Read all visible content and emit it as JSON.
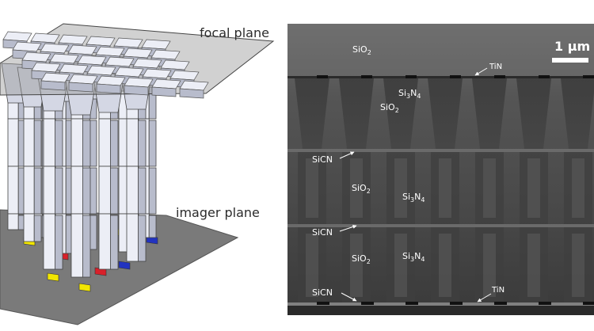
{
  "panel_a": {
    "focal_plane_label": "focal plane",
    "imager_plane_label": "imager plane",
    "colors": {
      "light": "#eceef6",
      "mid": "#d4d7e4",
      "dark": "#b8bccc",
      "plane_top": "#8c8c8c",
      "plane_bottom": "#6a6a6a",
      "yellow": "#f2e600",
      "red": "#d8202a",
      "cyan": "#29c4c8",
      "blue": "#2233c0"
    }
  },
  "panel_b": {
    "scale_bar_label": "1 µm",
    "labels": {
      "sio2_top": {
        "base": "SiO",
        "sub": "2"
      },
      "tin_top": "TiN",
      "si3n4_top": {
        "pre": "Si",
        "sub1": "3",
        "mid": "N",
        "sub2": "4"
      },
      "sio2_top2": {
        "base": "SiO",
        "sub": "2"
      },
      "sicn_1": "SiCN",
      "sio2_mid1": {
        "base": "SiO",
        "sub": "2"
      },
      "si3n4_mid1": {
        "pre": "Si",
        "sub1": "3",
        "mid": "N",
        "sub2": "4"
      },
      "sicn_2": "SiCN",
      "sio2_mid2": {
        "base": "SiO",
        "sub": "2"
      },
      "si3n4_mid2": {
        "pre": "Si",
        "sub1": "3",
        "mid": "N",
        "sub2": "4"
      },
      "sicn_3": "SiCN",
      "tin_bottom": "TiN"
    }
  }
}
